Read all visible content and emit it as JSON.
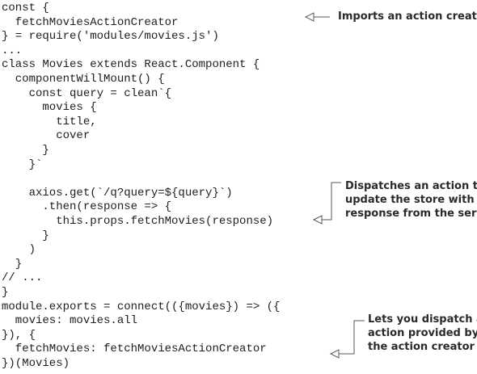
{
  "code_lines": [
    "const {",
    "  fetchMoviesActionCreator",
    "} = require('modules/movies.js')",
    "...",
    "class Movies extends React.Component {",
    "  componentWillMount() {",
    "    const query = clean`{",
    "      movies {",
    "        title,",
    "        cover",
    "      }",
    "    }`",
    "",
    "    axios.get(`/q?query=${query}`)",
    "      .then(response => {",
    "        this.props.fetchMovies(response)",
    "      }",
    "    )",
    "  }",
    "// ...",
    "}",
    "module.exports = connect(({movies}) => ({",
    "  movies: movies.all",
    "}), {",
    "  fetchMovies: fetchMoviesActionCreator",
    "})(Movies)"
  ],
  "annotations": [
    {
      "id": "imports",
      "lines": [
        "Imports an action creator"
      ]
    },
    {
      "id": "dispatches",
      "lines": [
        "Dispatches an action to",
        "update the store with the",
        "response from the server"
      ]
    },
    {
      "id": "lets-you",
      "lines": [
        "Lets you dispatch an",
        "action provided by",
        "the action creator"
      ]
    }
  ],
  "colors": {
    "code_text": "#1e1e1e",
    "annotation_text": "#2a2a2a",
    "arrow": "#555555"
  },
  "icons": [
    "arrow-left-icon"
  ]
}
